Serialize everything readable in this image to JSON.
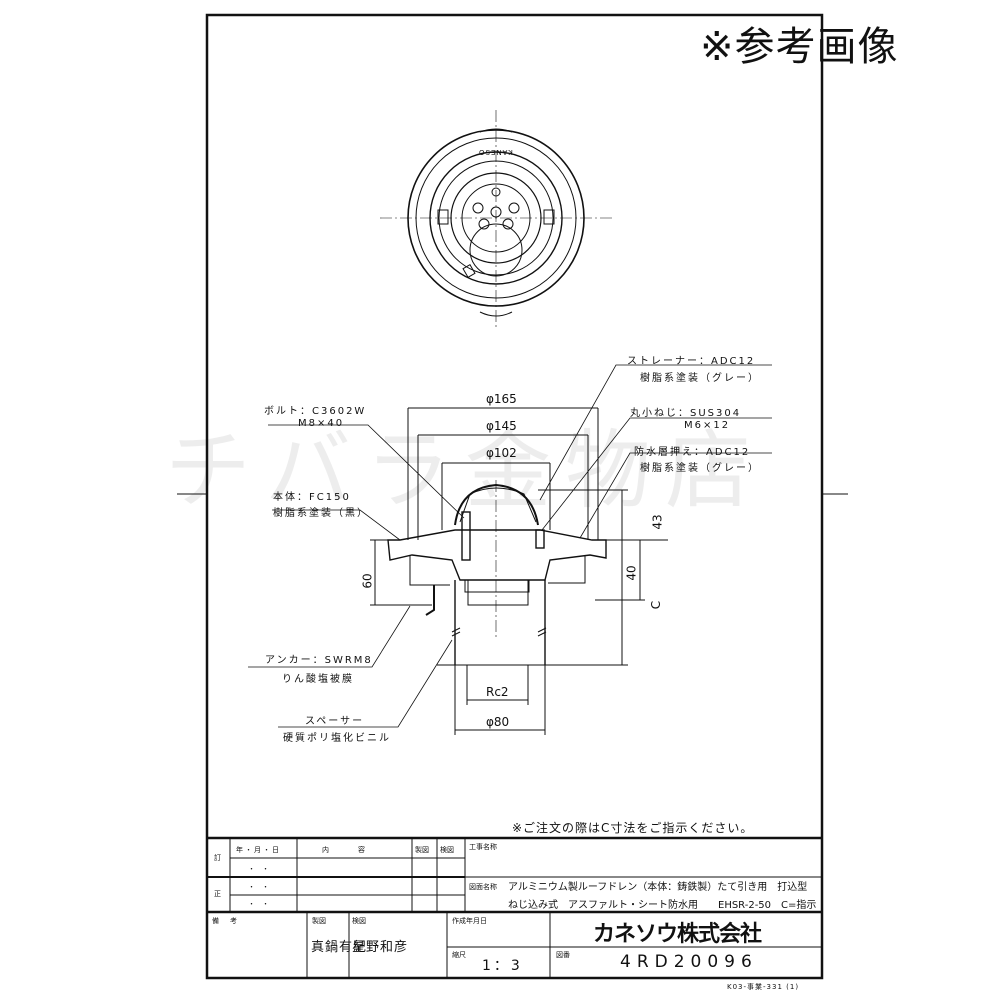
{
  "reference_note": "※参考画像",
  "watermark": "チバラ金物店",
  "plan_view": {
    "logo_text": "KANESO"
  },
  "callouts": {
    "strainer": {
      "line1": "ストレーナー：ADC12",
      "line2": "樹脂系塗装（グレー）"
    },
    "bolt": {
      "line1": "ボルト：C3602W",
      "line2": "M8×40"
    },
    "screw": {
      "line1": "丸小ねじ：SUS304",
      "line2": "M6×12"
    },
    "waterproof_clamp": {
      "line1": "防水層押え：ADC12",
      "line2": "樹脂系塗装（グレー）"
    },
    "body": {
      "line1": "本体：FC150",
      "line2": "樹脂系塗装（黒）"
    },
    "anchor": {
      "line1": "アンカー：SWRM8",
      "line2": "りん酸塩被膜"
    },
    "spacer": {
      "line1": "スペーサー",
      "line2": "硬質ポリ塩化ビニル"
    }
  },
  "dimensions": {
    "d165": "φ165",
    "d145": "φ145",
    "d102": "φ102",
    "h43": "43",
    "h40": "40",
    "h60": "60",
    "c": "C",
    "rc2": "Rc2",
    "d80": "φ80"
  },
  "order_note": "※ご注文の際はC寸法をご指示ください。",
  "title_block": {
    "revision_label_1": "訂",
    "revision_label_2": "正",
    "col_date": "年・月・日",
    "col_content": "内　　　容",
    "col_drawn": "製図",
    "col_checked": "検図",
    "date_placeholder": "・　・",
    "project_name_label": "工事名称",
    "drawing_name_label": "図面名称",
    "drawing_name_line1": "アルミニウム製ルーフドレン（本体：鋳鉄製）たて引き用　打込型",
    "drawing_name_line2": "ねじ込み式　アスファルト・シート防水用　　EHSR-2-50　C=指示",
    "remarks_label": "備　考",
    "drawn_label": "製図",
    "drawn_by": "真鍋有紀",
    "checked_label": "検図",
    "checked_by": "星野和彦",
    "created_label": "作成年月日",
    "scale_label": "縮尺",
    "scale": "1：3",
    "company": "カネソウ株式会社",
    "drawing_no_label": "図番",
    "drawing_no": "4RD20096"
  },
  "footer_code": "K03-事業-331 (1)"
}
